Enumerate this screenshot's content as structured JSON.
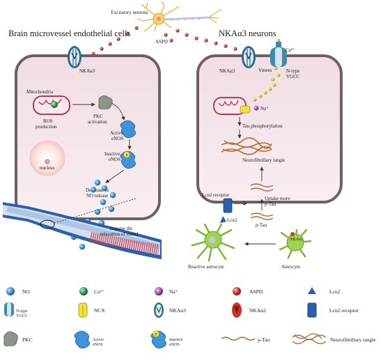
{
  "top": {
    "excitatory": "Excitatory neurons",
    "aspd": "ASPD"
  },
  "left_cell": {
    "title": "Brain microvessel endothelial cells",
    "nka": "NKAα3",
    "mito": "Mitochondria",
    "ros1": "ROS",
    "ros2": "production",
    "pkc1": "PKC",
    "pkc2": "activation",
    "active1": "Active",
    "active2": "eNOS",
    "inactive1": "Inactive",
    "inactive2": "eNOS",
    "nucleus": "nucleus",
    "decrease1": "Decrease in",
    "decrease2": "NO release",
    "impair1": "Impaire the",
    "impair2": "relaxation of vessel"
  },
  "right_cell": {
    "title": "NKAα3 neurons",
    "ca": "Ca²⁺",
    "nka": "NKAα3",
    "vmem": "Vmem",
    "ntype1": "N-type",
    "ntype2": "VGCC",
    "na": "Na⁺",
    "tau_phos": "Tau phosphorylation",
    "nft": "Neurofibrillary tangle",
    "lcn2_receptor": "Lcn2 receptor",
    "uptake1": "Uptake more",
    "uptake2": "p-Tau",
    "lcn2": "Lcn2",
    "ptau": "p-Tau",
    "nka2": "NKAα2",
    "reactive": "Reactive astrocyte",
    "astrocyte": "Astrocyte"
  },
  "legend": [
    {
      "icon": "no-sphere-icon",
      "label": "NO"
    },
    {
      "icon": "calcium-sphere-icon",
      "label": "Ca²⁺"
    },
    {
      "icon": "sodium-sphere-icon",
      "label": "Na⁺"
    },
    {
      "icon": "aspd-sphere-icon",
      "label": "ASPD"
    },
    {
      "icon": "lcn2-icon",
      "label": "Lcn2"
    },
    {
      "icon": "n-type-vgcc-icon",
      "label": "",
      "inner": [
        "N-type",
        "VGCC"
      ]
    },
    {
      "icon": "ncx-icon",
      "label": "NCX"
    },
    {
      "icon": "nka-alpha3-icon",
      "label": "NKAα3"
    },
    {
      "icon": "nka-alpha2-icon",
      "label": "NKAα2"
    },
    {
      "icon": "lcn2-receptor-icon",
      "label": "Lcn2 receptor"
    },
    {
      "icon": "pkc-icon",
      "label": "PKC"
    },
    {
      "icon": "active-enos-icon",
      "label": "",
      "inner": [
        "Active",
        "eNOS"
      ]
    },
    {
      "icon": "inactive-enos-icon",
      "label": "",
      "inner": [
        "Inactive",
        "eNOS"
      ],
      "badge": "P"
    },
    {
      "icon": "p-tau-icon",
      "label": "p-Tau"
    },
    {
      "icon": "neurofibrillary-tangle-icon",
      "label": "Neurofibrillary tangle"
    }
  ],
  "colors": {
    "cell_fill": "#f4e6ea",
    "cell_border": "#6e5e66",
    "no": "#3f93d8",
    "ca": "#2e9a5a",
    "na": "#b04fb2",
    "aspd": "#c8342c",
    "mito": "#b63a56",
    "vessel": "#2c5fa8",
    "astro": "#8fc24a"
  }
}
